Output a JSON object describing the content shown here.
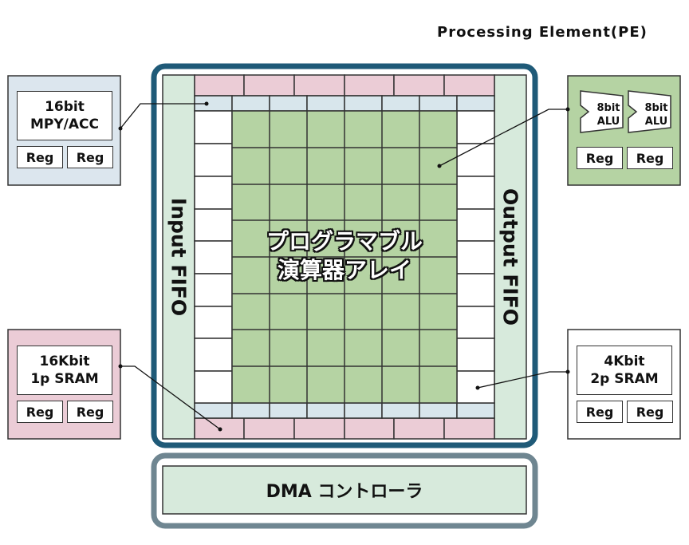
{
  "title": "Processing Element(PE)",
  "center": {
    "line1": "プログラマブル",
    "line2": "演算器アレイ"
  },
  "input_fifo": "Input FIFO",
  "output_fifo": "Output FIFO",
  "dma": "DMA コントローラ",
  "pe_mpy": {
    "label": "16bit\nMPY/ACC",
    "reg1": "Reg",
    "reg2": "Reg"
  },
  "pe_alu": {
    "alu1": [
      "8bit",
      "ALU"
    ],
    "alu2": [
      "8bit",
      "ALU"
    ],
    "reg1": "Reg",
    "reg2": "Reg"
  },
  "pe_sram1": {
    "label": "16Kbit\n1p SRAM",
    "reg1": "Reg",
    "reg2": "Reg"
  },
  "pe_sram2": {
    "label": "4Kbit\n2p SRAM",
    "reg1": "Reg",
    "reg2": "Reg"
  },
  "colors": {
    "frame": "#1f5a78",
    "dma_frame": "#6f8691",
    "array_green": "#b5d3a3",
    "fifo_green": "#d7eadc",
    "pink": "#ebccd6",
    "blue_row": "#d8e6ec",
    "mpy_panel": "#dce6ee",
    "alu_panel": "#b5d3a3",
    "sram1_panel": "#ebccd6",
    "sram2_panel": "#ffffff"
  }
}
